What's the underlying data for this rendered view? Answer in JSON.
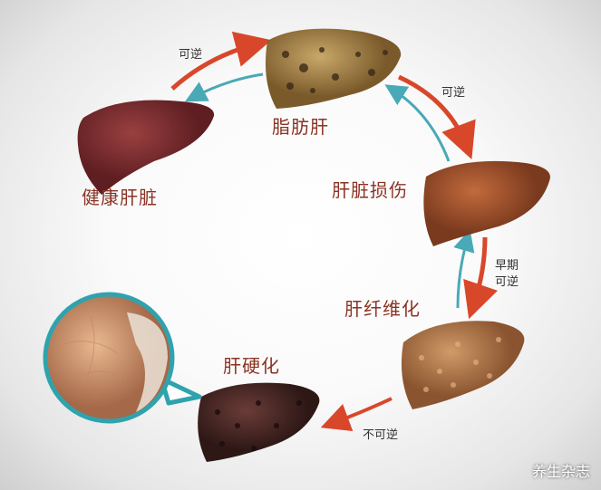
{
  "stages": {
    "healthy": "健康肝脏",
    "fatty": "脂肪肝",
    "damage": "肝脏损伤",
    "fibrosis": "肝纤维化",
    "cirrhosis": "肝硬化"
  },
  "arrows": {
    "healthy_to_fatty": "可逆",
    "fatty_to_damage": "可逆",
    "damage_to_fibrosis_line1": "早期",
    "damage_to_fibrosis_line2": "可逆",
    "fibrosis_to_cirrhosis": "不可逆"
  },
  "watermark": "养生杂志",
  "colors": {
    "forward_arrow": "#d9472b",
    "reverse_arrow": "#49a9b6",
    "label": "#8a3324",
    "magnifier_ring": "#2fa3ad"
  }
}
